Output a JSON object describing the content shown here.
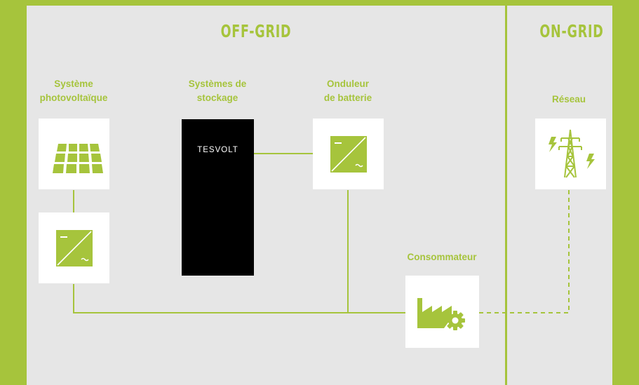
{
  "sections": {
    "off_grid": "OFF-GRID",
    "on_grid": "ON-GRID"
  },
  "labels": {
    "pv": [
      "Système",
      "photovoltaïque"
    ],
    "storage": [
      "Systèmes de",
      "stockage"
    ],
    "inverter": [
      "Onduleur",
      "de batterie"
    ],
    "grid": "Réseau",
    "consumer": "Consommateur"
  },
  "battery_brand": "TESVOLT",
  "icons": {
    "pv": "solar-panel-icon",
    "pv_inverter": "inverter-icon",
    "battery_inverter": "inverter-icon",
    "grid": "power-pylon-icon",
    "consumer": "factory-gear-icon"
  },
  "colors": {
    "accent": "#a6c43c",
    "background": "#e6e6e6",
    "box": "#ffffff",
    "battery": "#000000",
    "divider": "#ffffff"
  }
}
